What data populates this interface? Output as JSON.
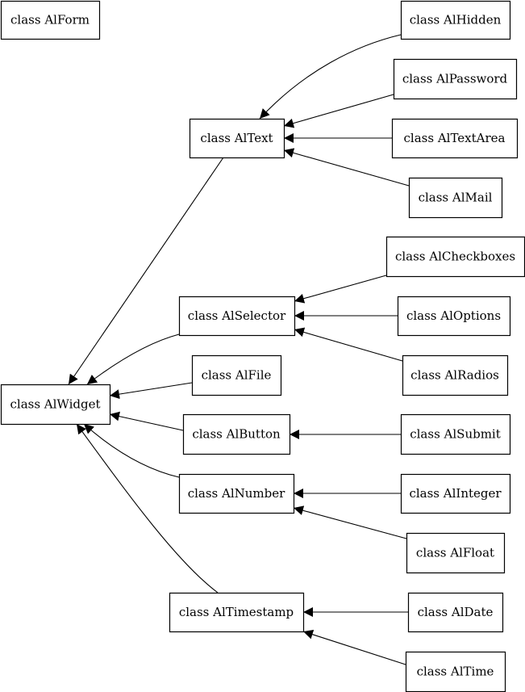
{
  "diagram": {
    "nodes": [
      {
        "id": "AlForm",
        "label": "class AlForm"
      },
      {
        "id": "AlHidden",
        "label": "class AlHidden"
      },
      {
        "id": "AlPassword",
        "label": "class AlPassword"
      },
      {
        "id": "AlText",
        "label": "class AlText"
      },
      {
        "id": "AlTextArea",
        "label": "class AlTextArea"
      },
      {
        "id": "AlMail",
        "label": "class AlMail"
      },
      {
        "id": "AlCheckboxes",
        "label": "class AlCheckboxes"
      },
      {
        "id": "AlSelector",
        "label": "class AlSelector"
      },
      {
        "id": "AlOptions",
        "label": "class AlOptions"
      },
      {
        "id": "AlRadios",
        "label": "class AlRadios"
      },
      {
        "id": "AlFile",
        "label": "class AlFile"
      },
      {
        "id": "AlWidget",
        "label": "class AlWidget"
      },
      {
        "id": "AlButton",
        "label": "class AlButton"
      },
      {
        "id": "AlSubmit",
        "label": "class AlSubmit"
      },
      {
        "id": "AlNumber",
        "label": "class AlNumber"
      },
      {
        "id": "AlInteger",
        "label": "class AlInteger"
      },
      {
        "id": "AlFloat",
        "label": "class AlFloat"
      },
      {
        "id": "AlTimestamp",
        "label": "class AlTimestamp"
      },
      {
        "id": "AlDate",
        "label": "class AlDate"
      },
      {
        "id": "AlTime",
        "label": "class AlTime"
      }
    ],
    "edges": [
      {
        "from": "AlHidden",
        "to": "AlText"
      },
      {
        "from": "AlPassword",
        "to": "AlText"
      },
      {
        "from": "AlTextArea",
        "to": "AlText"
      },
      {
        "from": "AlMail",
        "to": "AlText"
      },
      {
        "from": "AlText",
        "to": "AlWidget"
      },
      {
        "from": "AlCheckboxes",
        "to": "AlSelector"
      },
      {
        "from": "AlOptions",
        "to": "AlSelector"
      },
      {
        "from": "AlRadios",
        "to": "AlSelector"
      },
      {
        "from": "AlSelector",
        "to": "AlWidget"
      },
      {
        "from": "AlFile",
        "to": "AlWidget"
      },
      {
        "from": "AlButton",
        "to": "AlWidget"
      },
      {
        "from": "AlSubmit",
        "to": "AlButton"
      },
      {
        "from": "AlNumber",
        "to": "AlWidget"
      },
      {
        "from": "AlInteger",
        "to": "AlNumber"
      },
      {
        "from": "AlFloat",
        "to": "AlNumber"
      },
      {
        "from": "AlTimestamp",
        "to": "AlWidget"
      },
      {
        "from": "AlDate",
        "to": "AlTimestamp"
      },
      {
        "from": "AlTime",
        "to": "AlTimestamp"
      }
    ]
  }
}
